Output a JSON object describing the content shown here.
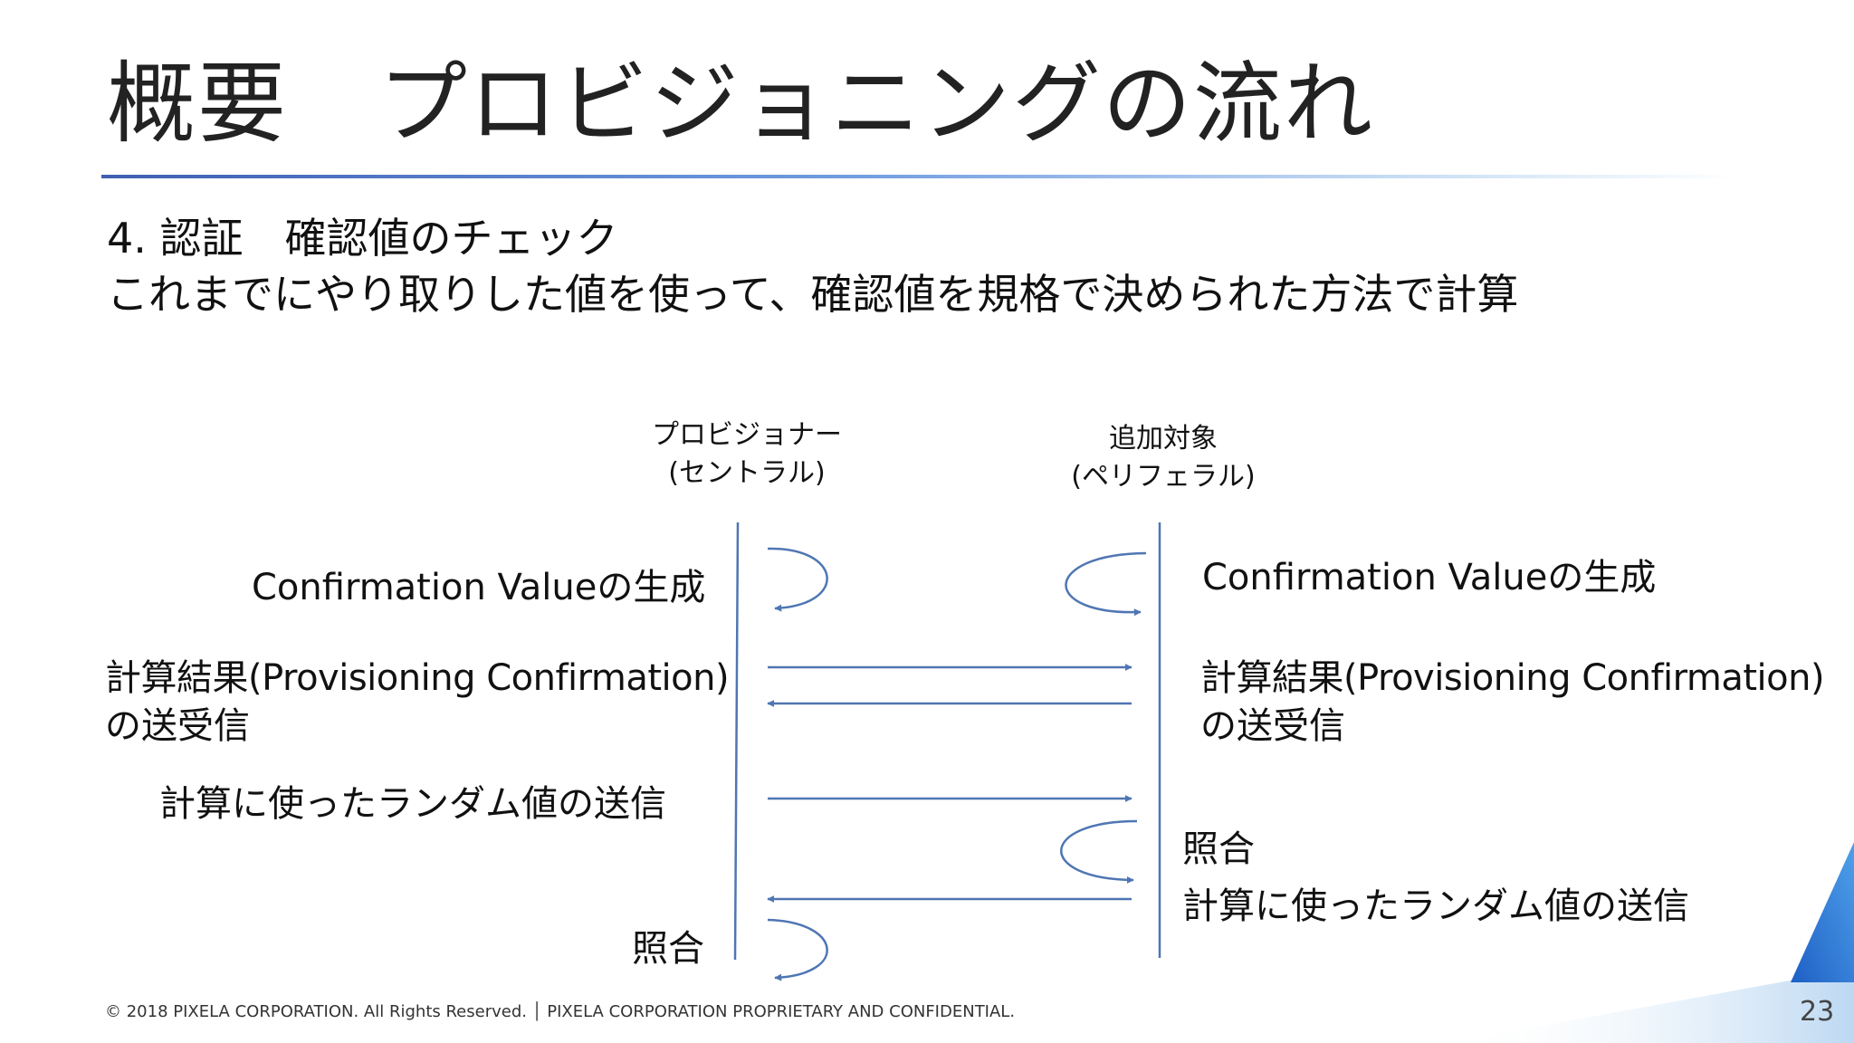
{
  "slide": {
    "title": "概要　プロビジョニングの流れ",
    "step_heading": "4. 認証　確認値のチェック",
    "description": "これまでにやり取りした値を使って、確認値を規格で決められた方法で計算"
  },
  "diagram": {
    "left_actor": {
      "name": "プロビジョナー",
      "role": "(セントラル)"
    },
    "right_actor": {
      "name": "追加対象",
      "role": "(ペリフェラル)"
    },
    "left_labels": {
      "generate": "Confirmation Valueの生成",
      "exchange_line1": "計算結果(Provisioning Confirmation)",
      "exchange_line2": "の送受信",
      "send_random": "計算に使ったランダム値の送信",
      "verify": "照合"
    },
    "right_labels": {
      "generate": "Confirmation Valueの生成",
      "exchange_line1": "計算結果(Provisioning Confirmation)",
      "exchange_line2": "の送受信",
      "verify": "照合",
      "send_random": "計算に使ったランダム値の送信"
    },
    "line_color": "#4f76b3"
  },
  "footer": {
    "copyright": "© 2018 PIXELA CORPORATION. All Rights Reserved. │ PIXELA CORPORATION PROPRIETARY AND CONFIDENTIAL.",
    "page_number": "23"
  },
  "colors": {
    "accent": "#3f5fb3",
    "decor_blue": "#2a6ed1",
    "decor_light": "#cfe3f5"
  }
}
